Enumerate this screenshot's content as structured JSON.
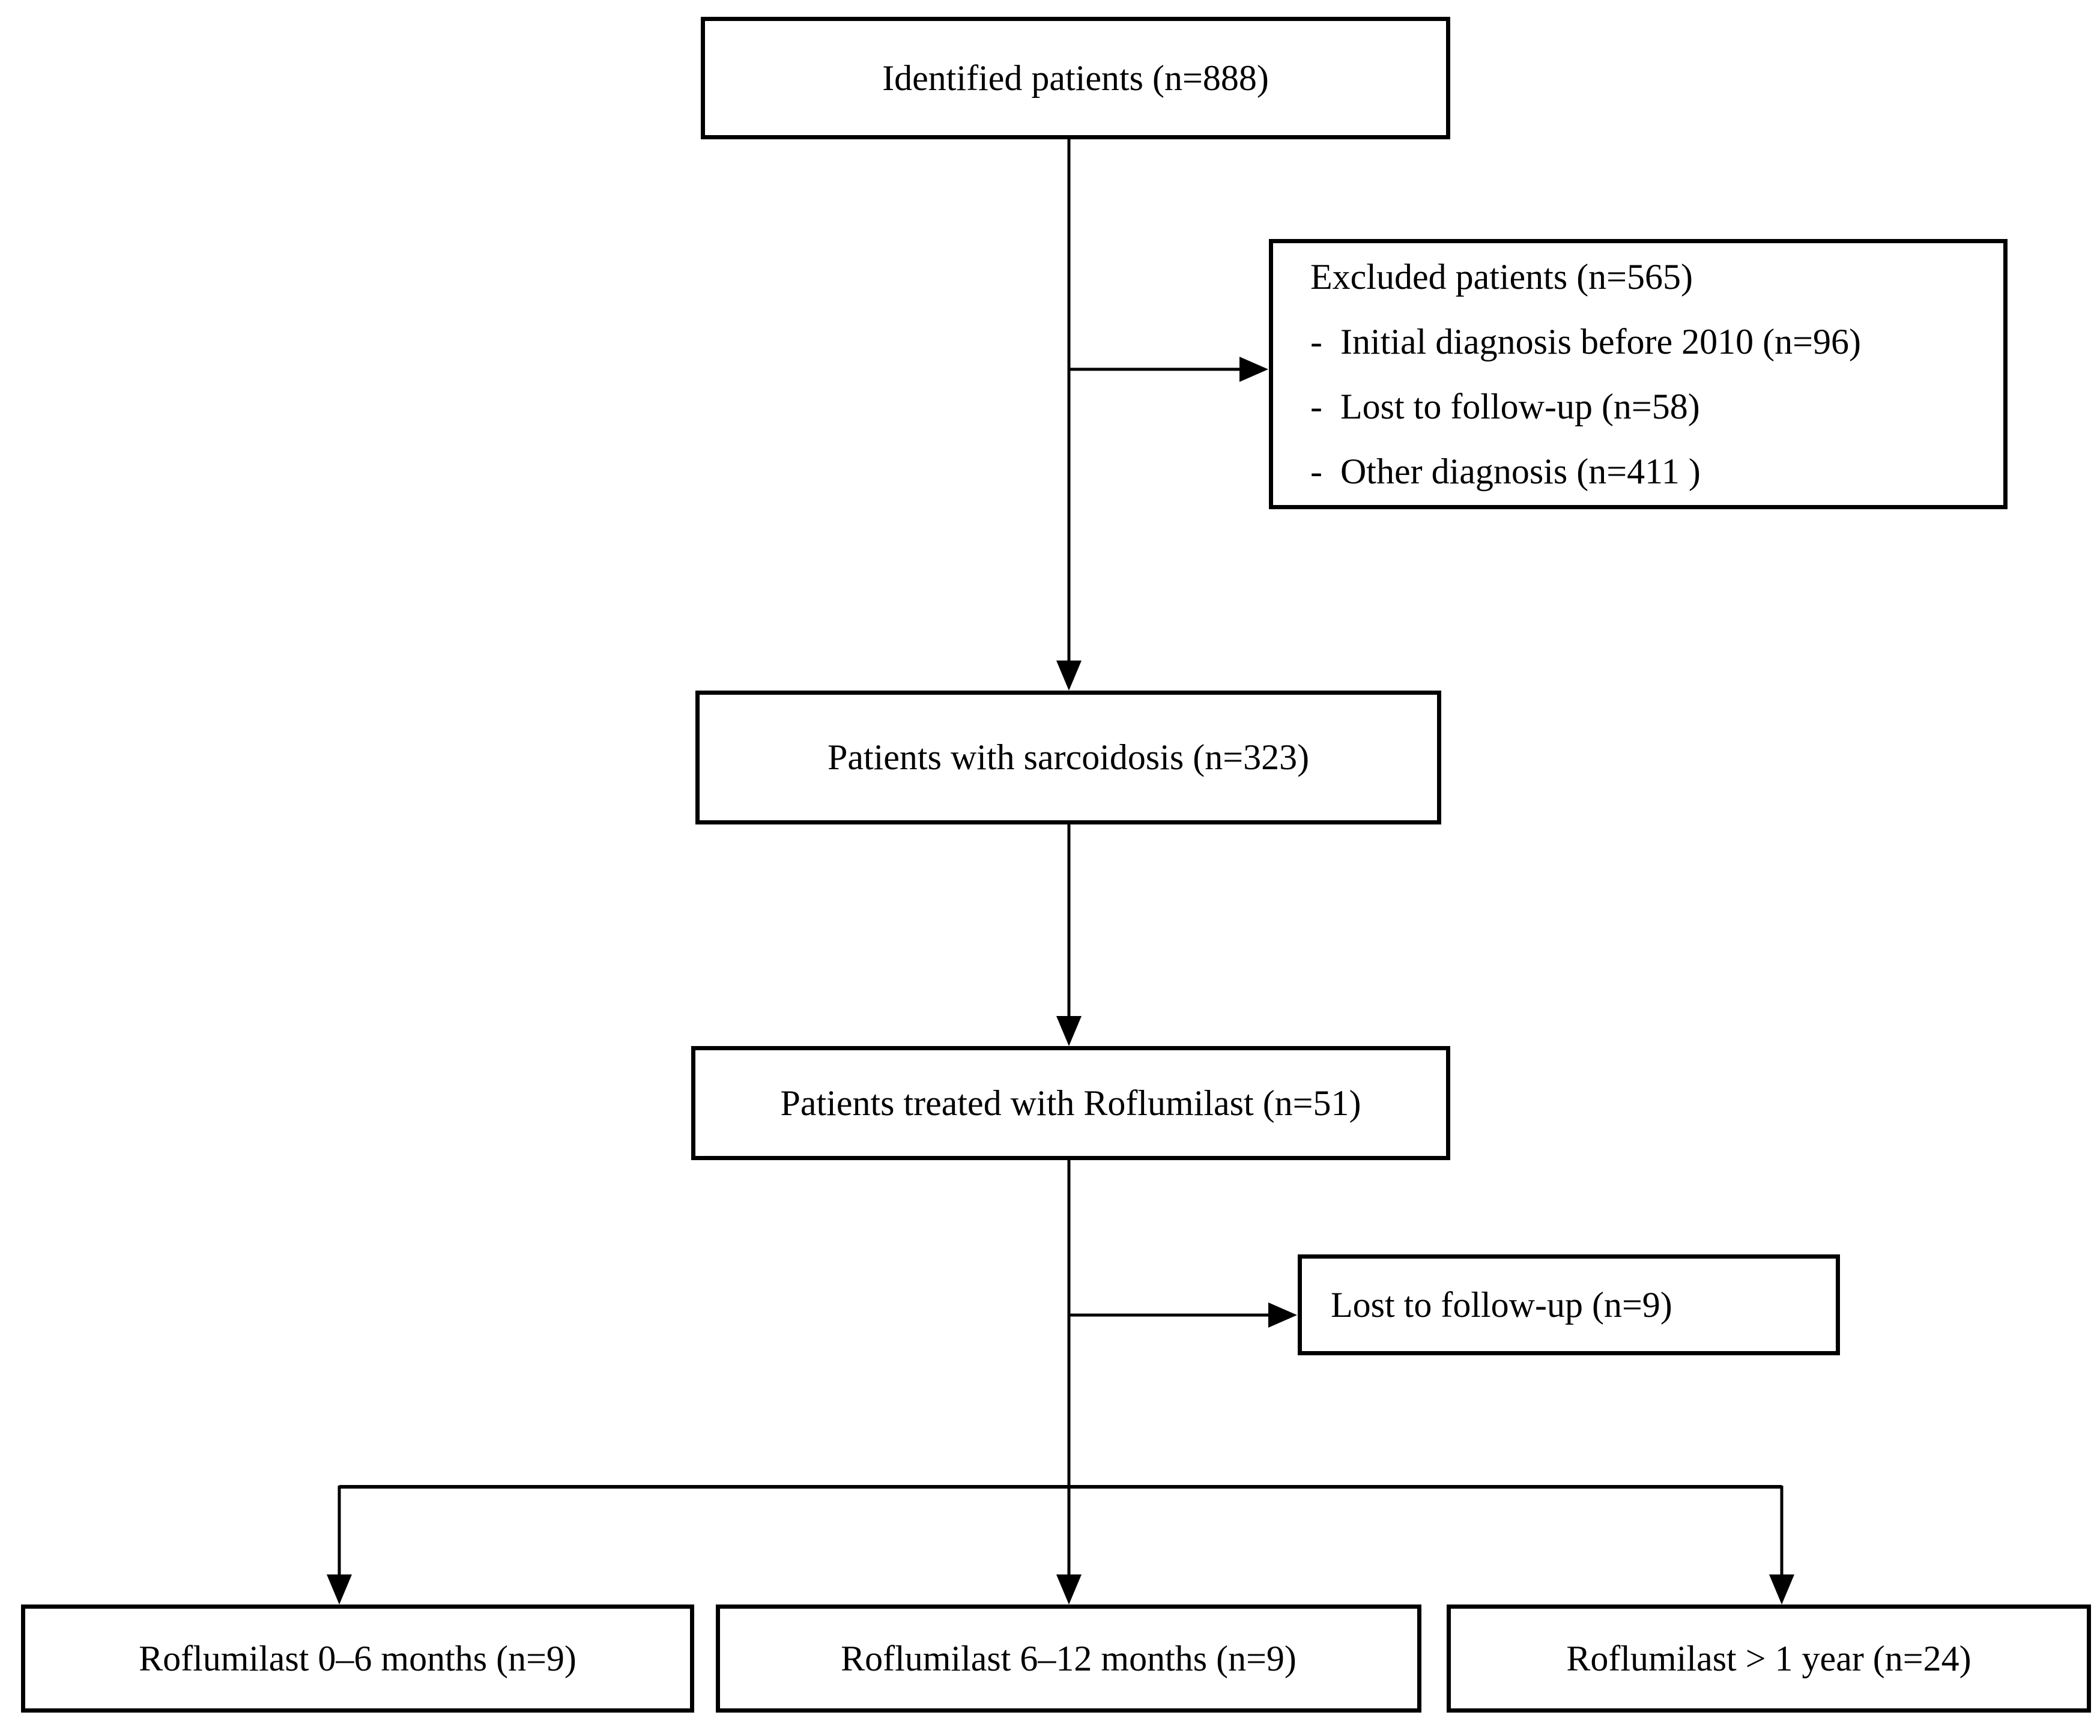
{
  "figure": {
    "background_color": "#ffffff",
    "line_color": "#000000",
    "boxes": {
      "identified": {
        "label": "Identified patients (n=888)"
      },
      "excluded": {
        "title": "Excluded patients (n=565)",
        "items": [
          "-  Initial diagnosis before 2010 (n=96)",
          "-  Lost to follow-up (n=58)",
          "-  Other diagnosis (n=411 )"
        ]
      },
      "sarcoidosis": {
        "label": "Patients with sarcoidosis (n=323)"
      },
      "treated": {
        "label": "Patients treated with Roflumilast (n=51)"
      },
      "lost_followup": {
        "label": "Lost to follow-up (n=9)"
      },
      "group_0_6_months": {
        "label": "Roflumilast 0–6 months (n=9)"
      },
      "group_6_12_months": {
        "label": "Roflumilast 6–12 months (n=9)"
      },
      "group_over_1_year": {
        "label": "Roflumilast > 1 year (n=24)"
      }
    }
  }
}
